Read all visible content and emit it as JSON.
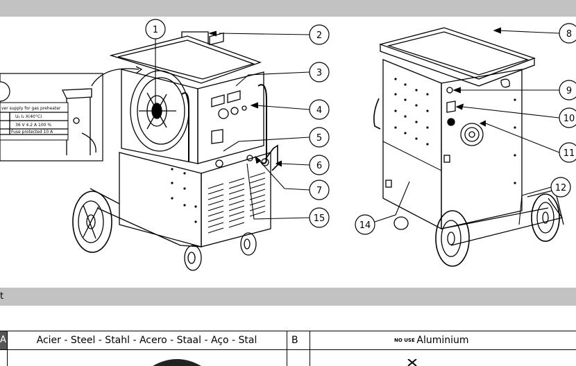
{
  "callouts": [
    "1",
    "2",
    "3",
    "4",
    "5",
    "6",
    "7",
    "8",
    "9",
    "10",
    "11",
    "12",
    "14",
    "15"
  ],
  "inset": {
    "lines": [
      "ver supply for gas preheater",
      "U₂      I₂     X(40°C)",
      "36 V    4.2 A    100 %",
      "Fuse protected 10 A"
    ]
  },
  "section_label": "t",
  "table": {
    "a_letter": "A",
    "a_text": "Acier - Steel - Stahl - Acero - Staal - Aço - Stal",
    "b_letter": "B",
    "b_text": "Aluminium",
    "no_use": "NO USE"
  },
  "colors": {
    "band": "#c2c2c2",
    "line": "#000000"
  }
}
